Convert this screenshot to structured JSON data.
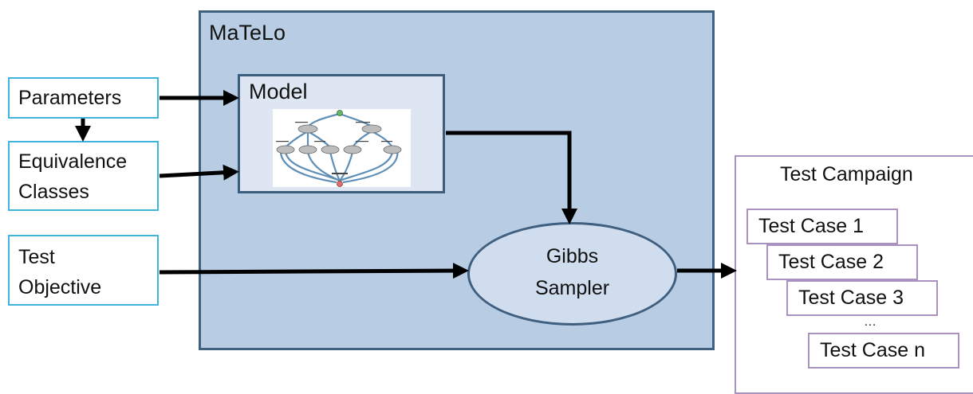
{
  "matelo": {
    "title": "MaTeLo"
  },
  "model": {
    "title": "Model"
  },
  "inputs": {
    "parameters": "Parameters",
    "equivalence_line1": "Equivalence",
    "equivalence_line2": "Classes",
    "objective_line1": "Test",
    "objective_line2": "Objective"
  },
  "sampler": {
    "line1": "Gibbs",
    "line2": "Sampler"
  },
  "campaign": {
    "title": "Test Campaign",
    "cases": [
      "Test Case 1",
      "Test Case 2",
      "Test Case 3",
      "Test Case n"
    ],
    "ellipsis": "…"
  }
}
